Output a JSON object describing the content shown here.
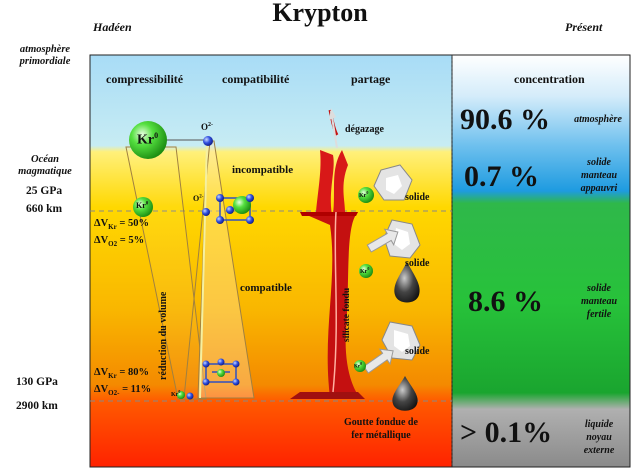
{
  "title": "Krypton",
  "era_left": "Hadéen",
  "era_right": "Présent",
  "side": {
    "atmosphere": [
      "atmosphère",
      "primordiale"
    ],
    "ocean": [
      "Océan",
      "magmatique"
    ],
    "p25": "25 GPa",
    "d660": "660 km",
    "p130": "130 GPa",
    "d2900": "2900 km"
  },
  "columns": {
    "compressibility": "compressibilité",
    "compatibility": "compatibilité",
    "partition": "partage",
    "concentration": "concentration"
  },
  "labels": {
    "kr0": "Kr",
    "kr0_sup": "0",
    "o2_top": "O",
    "o2_top_sup": "2-",
    "kr_mid": "Kr",
    "kr_mid_sup": "0",
    "o2_mid": "O",
    "o2_mid_sup": "2-",
    "kr_bottom": "Kr",
    "kr_bottom_sup": "0",
    "incompatible": "incompatible",
    "compatible": "compatible",
    "volume_reduction": "réduction du volume",
    "degassing": "dégazage",
    "solid1": "solide",
    "solid2": "solide",
    "solid3": "solide",
    "silicate": "silicate fondu",
    "kr_a": "Kr",
    "kr_a_sup": "0",
    "kr_b": "Kr",
    "kr_b_sup": "0",
    "kr_c": "Kr",
    "kr_c_sup": "0",
    "metal_drop": [
      "Goutte fondue de",
      "fer métallique"
    ]
  },
  "delta_v": {
    "upper": {
      "kr": "ΔV",
      "kr_sub": "Kr",
      "kr_val": "= 50%",
      "o2": "ΔV",
      "o2_sub": "O2",
      "o2_val": "=   5%"
    },
    "lower": {
      "kr": "ΔV",
      "kr_sub": "Kr",
      "kr_val": "= 80%",
      "o2": "ΔV",
      "o2_sub": "O2-",
      "o2_val": "= 11%"
    }
  },
  "concentrations": [
    {
      "value": "90.6 %",
      "desc": [
        "atmosphère"
      ]
    },
    {
      "value": "0.7 %",
      "desc": [
        "solide",
        "manteau",
        "appauvri"
      ]
    },
    {
      "value": "8.6 %",
      "desc": [
        "solide",
        "manteau",
        "fertile"
      ]
    },
    {
      "value": "> 0.1%",
      "desc": [
        "liquide",
        "noyau",
        "externe"
      ]
    }
  ],
  "colors": {
    "sky": "#9dd4f2",
    "upper_mantle": "#ffd900",
    "lower_mantle": "#f5a300",
    "core": "#ff3300",
    "atm_band": "#2fa8ec",
    "green_band": "#2ebf3a",
    "core_band": "#9a9a9a",
    "magma": "#cc1111"
  }
}
